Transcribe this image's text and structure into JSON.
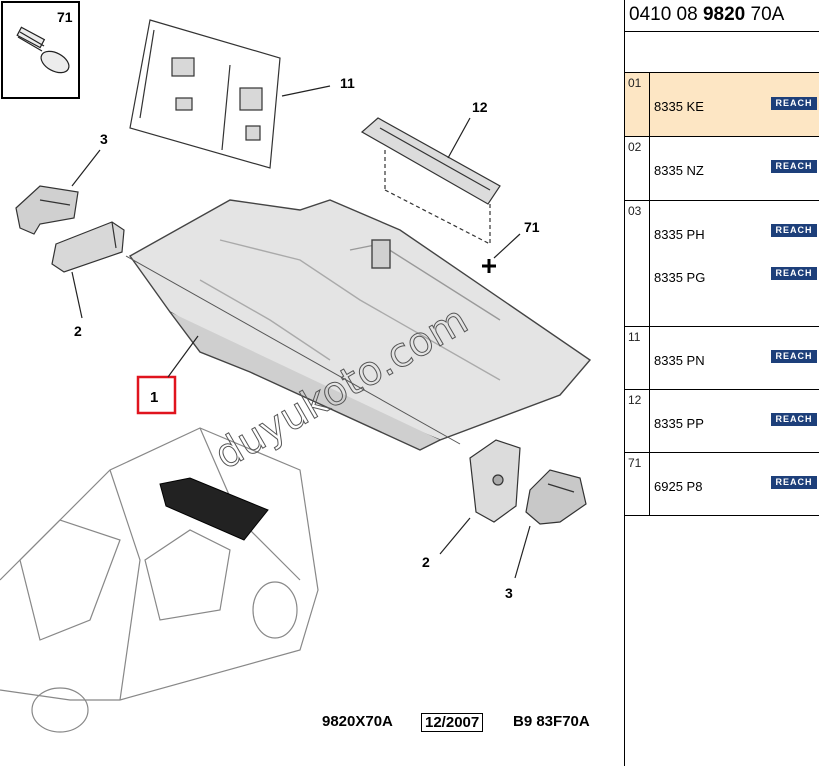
{
  "diagram": {
    "callouts": {
      "c71_top": "71",
      "c11": "11",
      "c12": "12",
      "c3_left": "3",
      "c71_mid": "71",
      "c2_left": "2",
      "c1": "1",
      "c2_right": "2",
      "c3_right": "3"
    },
    "watermark": "duyukoto.com",
    "footer": {
      "ref": "9820X70A",
      "date": "12/2007",
      "code": "B9 83F70A"
    },
    "colors": {
      "highlight_box": "#e0141e",
      "line": "#222222",
      "part_fill": "#e4e4e4"
    }
  },
  "panel": {
    "title_prefix": "0410 08 ",
    "title_bold": "9820",
    "title_suffix": " 70A",
    "rows": [
      {
        "code": "01",
        "parts": [
          "8335 KE"
        ],
        "badge": "REACH",
        "highlighted": true
      },
      {
        "code": "02",
        "parts": [
          "8335 NZ"
        ],
        "badge": "REACH",
        "highlighted": false
      },
      {
        "code": "03",
        "parts": [
          "8335 PH",
          "8335 PG"
        ],
        "badge": "REACH",
        "highlighted": false
      },
      {
        "code": "11",
        "parts": [
          "8335 PN"
        ],
        "badge": "REACH",
        "highlighted": false
      },
      {
        "code": "12",
        "parts": [
          "8335 PP"
        ],
        "badge": "REACH",
        "highlighted": false
      },
      {
        "code": "71",
        "parts": [
          "6925 P8"
        ],
        "badge": "REACH",
        "highlighted": false
      }
    ],
    "colors": {
      "highlight": "#fde6c4",
      "badge": "#1d3f7a"
    }
  }
}
